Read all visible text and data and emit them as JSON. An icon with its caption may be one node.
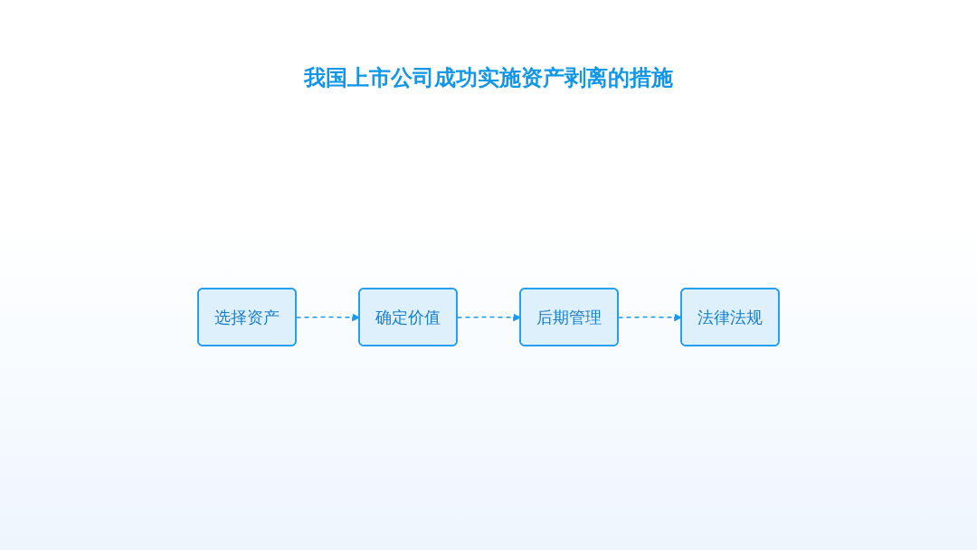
{
  "diagram": {
    "title": "我国上市公司成功实施资产剥离的措施",
    "nodes": [
      {
        "text": [
          "选择资产"
        ]
      },
      {
        "text": [
          "确定价值"
        ]
      },
      {
        "text": [
          "后期管理"
        ]
      },
      {
        "text": [
          "法律法规"
        ]
      }
    ],
    "edges": [
      {
        "from": 0,
        "to": 1,
        "arrow": "to",
        "style": "dashed"
      },
      {
        "from": 1,
        "to": 2,
        "arrow": "to",
        "style": "dashed"
      },
      {
        "from": 2,
        "to": 3,
        "arrow": "to",
        "style": "dashed"
      }
    ]
  }
}
